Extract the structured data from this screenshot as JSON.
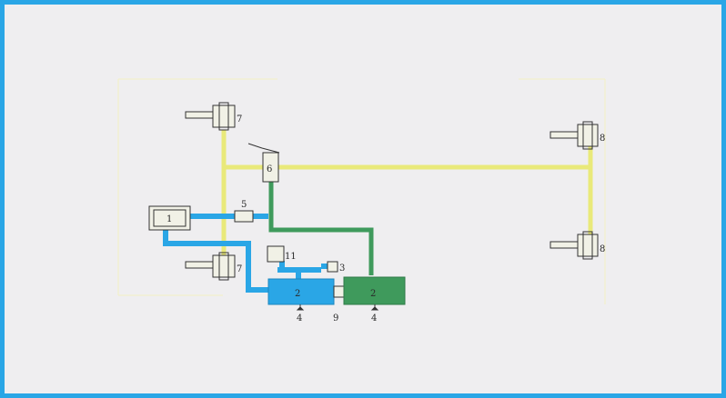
{
  "colors": {
    "frame_border": "#2aa6e6",
    "background": "#efeef0",
    "yellow_line": "#e9e97a",
    "blue_line": "#2aa6e6",
    "green_line": "#3f9a5c",
    "component_fill": "#f1f1e6",
    "component_stroke": "#333333"
  },
  "labels": {
    "n1": "1",
    "n2_left": "2",
    "n2_right": "2",
    "n3": "3",
    "n4_left": "4",
    "n4_right": "4",
    "n5": "5",
    "n6": "6",
    "n7_top": "7",
    "n7_bottom": "7",
    "n8_top": "8",
    "n8_bottom": "8",
    "n9": "9",
    "n11": "11"
  }
}
